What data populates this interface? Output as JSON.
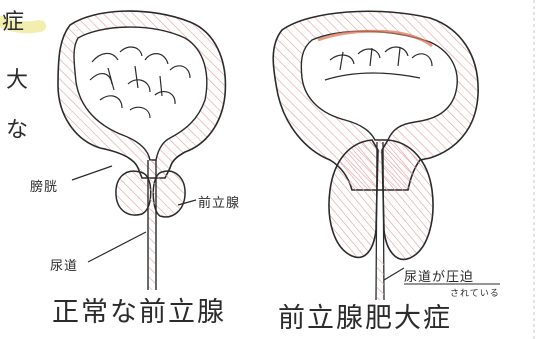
{
  "side_text": {
    "char1": "症",
    "char2": "大",
    "char3": "な"
  },
  "left_diagram": {
    "bladder_label": "膀胱",
    "prostate_label": "前立腺",
    "urethra_label": "尿道",
    "caption": "正常な前立腺"
  },
  "right_diagram": {
    "urethra_label": "尿道が圧迫",
    "urethra_sublabel": "されている",
    "caption": "前立腺肥大症"
  },
  "colors": {
    "ink": "#2b2b2b",
    "hatch": "#e7a3a3",
    "highlight": "#f2eeb0",
    "accent": "#d97a5a"
  }
}
